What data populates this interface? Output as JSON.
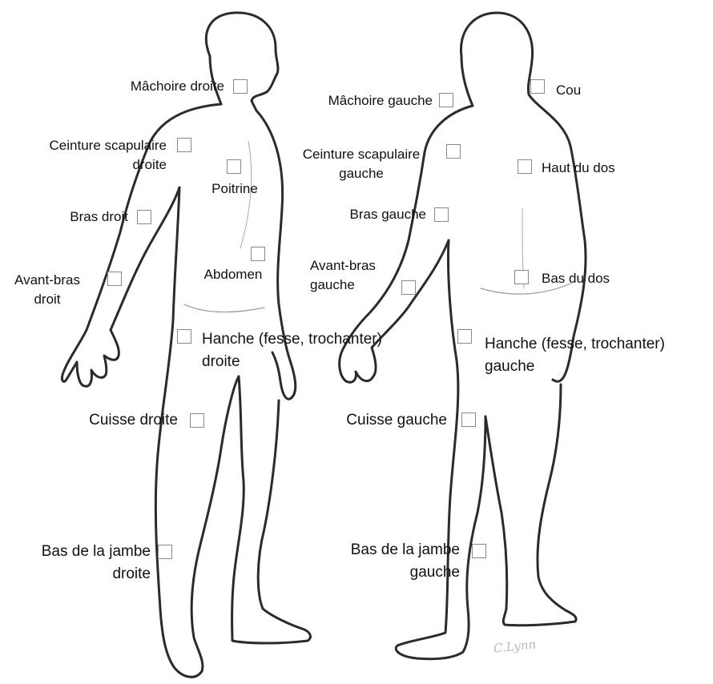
{
  "colors": {
    "outline": "#2b2b2b",
    "checkbox_border": "#8a8a8a",
    "text": "#111111",
    "signature": "#b9b9b9"
  },
  "artist_signature": "C.Lynn",
  "regions": {
    "jaw_right": {
      "label": "Mâchoire droite",
      "checked": false
    },
    "shoulder_right": {
      "label": "Ceinture scapulaire\ndroite",
      "checked": false
    },
    "chest": {
      "label": "Poitrine",
      "checked": false
    },
    "upper_arm_right": {
      "label": "Bras droit",
      "checked": false
    },
    "abdomen": {
      "label": "Abdomen",
      "checked": false
    },
    "forearm_right": {
      "label": "Avant-bras\ndroit",
      "checked": false
    },
    "hip_right": {
      "label": "Hanche (fesse, trochanter)\ndroite",
      "checked": false
    },
    "thigh_right": {
      "label": "Cuisse droite",
      "checked": false
    },
    "lower_leg_right": {
      "label": "Bas de la jambe\ndroite",
      "checked": false
    },
    "jaw_left": {
      "label": "Mâchoire gauche",
      "checked": false
    },
    "neck": {
      "label": "Cou",
      "checked": false
    },
    "shoulder_left": {
      "label": "Ceinture scapulaire\ngauche",
      "checked": false
    },
    "upper_back": {
      "label": "Haut du dos",
      "checked": false
    },
    "upper_arm_left": {
      "label": "Bras gauche",
      "checked": false
    },
    "forearm_left": {
      "label": "Avant-bras\ngauche",
      "checked": false
    },
    "lower_back": {
      "label": "Bas du dos",
      "checked": false
    },
    "hip_left": {
      "label": "Hanche (fesse, trochanter)\ngauche",
      "checked": false
    },
    "thigh_left": {
      "label": "Cuisse gauche",
      "checked": false
    },
    "lower_leg_left": {
      "label": "Bas de la jambe\ngauche",
      "checked": false
    }
  }
}
